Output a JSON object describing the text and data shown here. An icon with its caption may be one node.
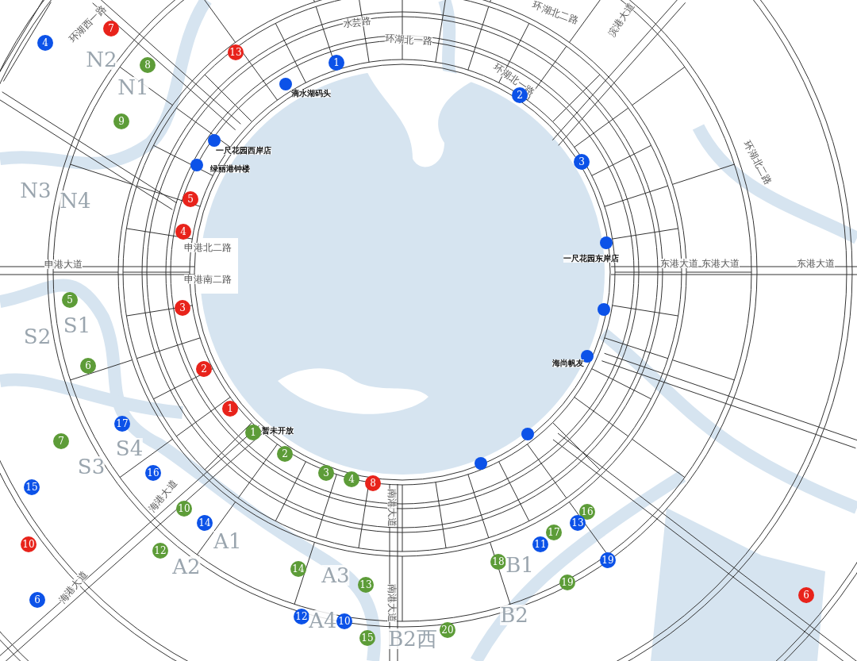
{
  "diagram": {
    "labels": [
      "环湖西一路",
      "4",
      "7",
      "水芸路",
      "环湖北二路",
      "滨港大道",
      "环湖北一路",
      "13",
      "N2",
      "1",
      "8",
      "环湖北一路",
      "N1",
      "滴水湖码头",
      "2",
      "9",
      "一尺花园西岸店",
      "3",
      "环湖北二路",
      "绿丽港钟楼",
      "N3",
      "N4",
      "5",
      "4",
      "申港北二路",
      "申港大道",
      "一尺花园东岸店",
      "东港大道",
      "东港大道",
      "东港大道",
      "申港南二路",
      "5",
      "3",
      "S1",
      "S2",
      "海尚帆友",
      "6",
      "2",
      "1",
      "17",
      "1",
      "暂未开放",
      "7",
      "S4",
      "2",
      "S3",
      "16",
      "3",
      "4",
      "8",
      "南港大道",
      "15",
      "海港大道",
      "10",
      "16",
      "14",
      "13",
      "17",
      "A1",
      "11",
      "10",
      "12",
      "18",
      "19",
      "B1",
      "A2",
      "14",
      "A3",
      "13",
      "19",
      "海港大道",
      "6",
      "6",
      "B2",
      "12",
      "A4",
      "10",
      "南港大道",
      "20",
      "15",
      "B2西"
    ]
  }
}
